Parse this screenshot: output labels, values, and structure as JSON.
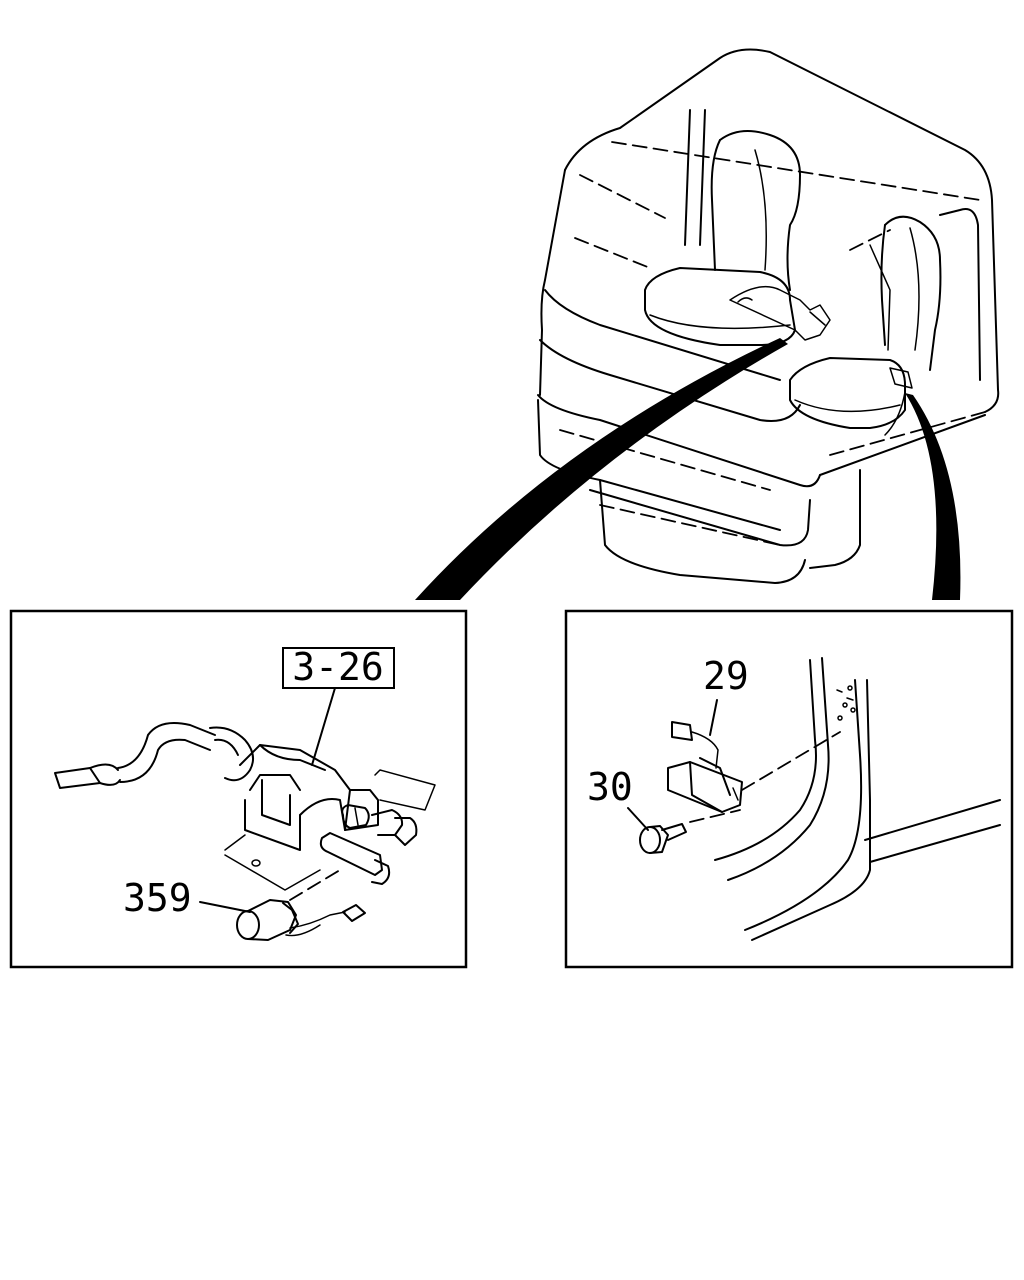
{
  "callouts": {
    "ref_box": "3-26",
    "part_359": "359",
    "part_29": "29",
    "part_30": "30"
  }
}
